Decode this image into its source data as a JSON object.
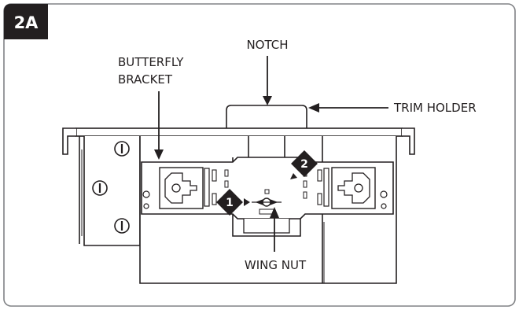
{
  "figure": {
    "badge": "2A",
    "labels": {
      "notch": "NOTCH",
      "butterfly_line1": "BUTTERFLY",
      "butterfly_line2": "BRACKET",
      "trim_holder": "TRIM HOLDER",
      "wing_nut": "WING NUT"
    },
    "steps": [
      "1",
      "2"
    ]
  },
  "colors": {
    "ink": "#231f20",
    "frame": "#808285",
    "background": "#ffffff"
  }
}
